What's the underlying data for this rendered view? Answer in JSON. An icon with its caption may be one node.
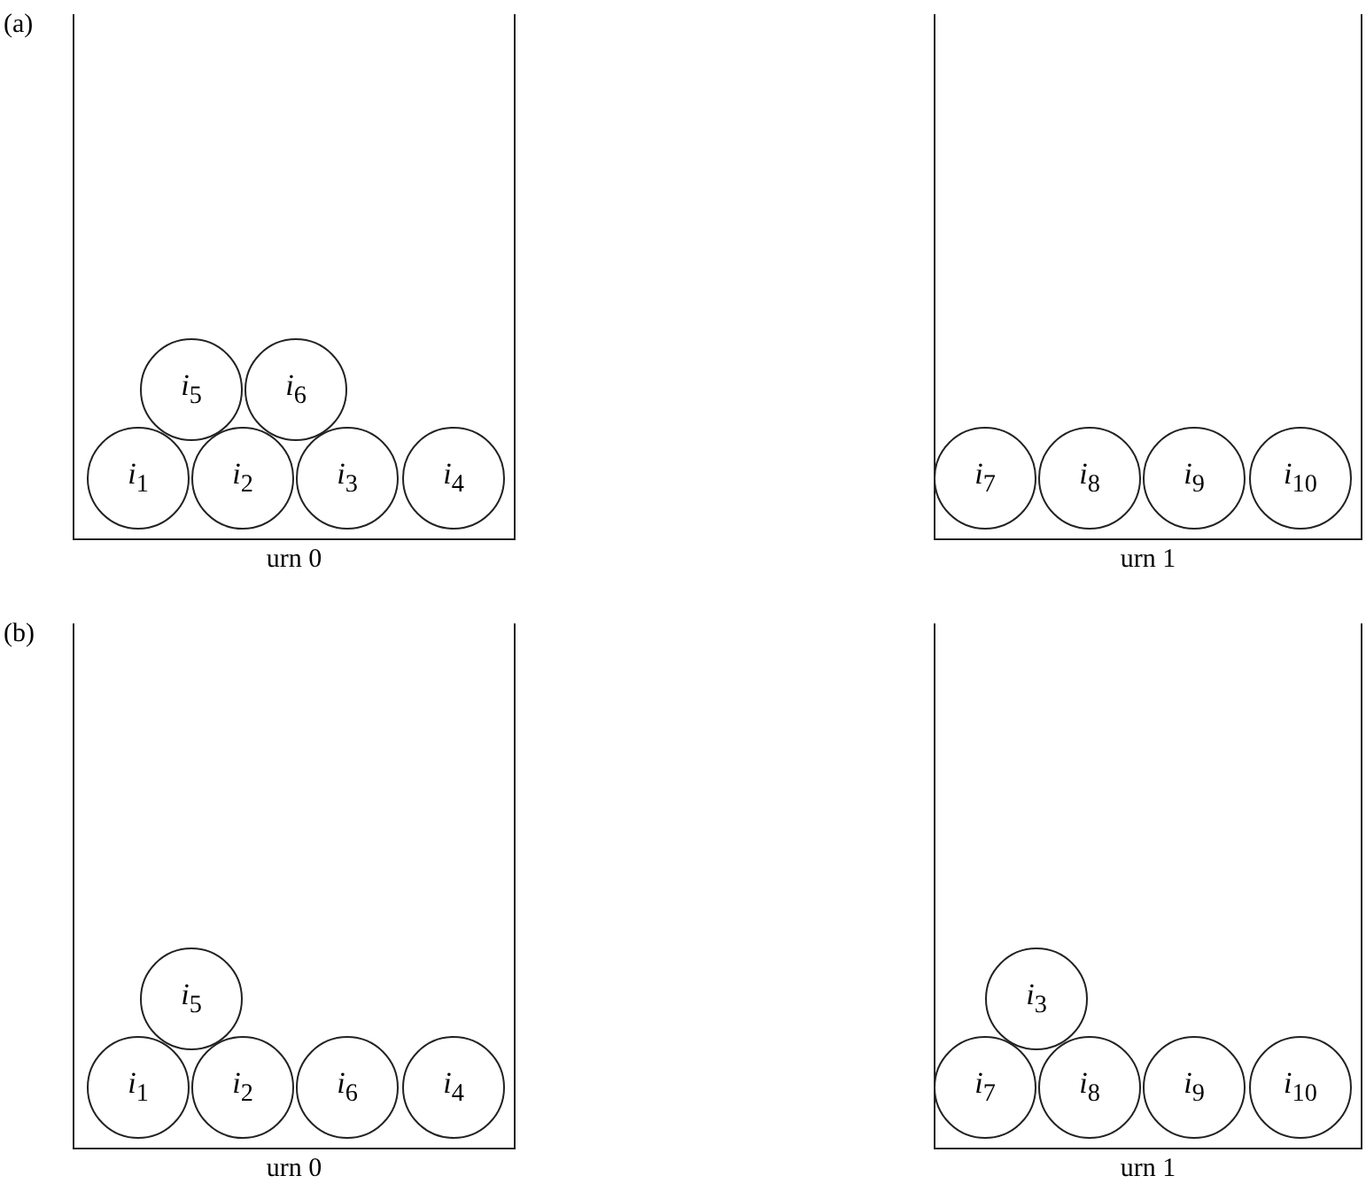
{
  "diagram": {
    "nodes": [
      {
        "text": [
          "urn 0"
        ]
      },
      {
        "text": [
          "*i*$_{5}$"
        ],
        "in": 0
      },
      {
        "text": [
          "*i*$_{6}$"
        ],
        "in": 0
      },
      {
        "text": [
          "*i*$_{1}$"
        ],
        "in": 0
      },
      {
        "text": [
          "*i*$_{2}$"
        ],
        "in": 0
      },
      {
        "text": [
          "*i*$_{3}$"
        ],
        "in": 0
      },
      {
        "text": [
          "*i*$_{4}$"
        ],
        "in": 0
      },
      {
        "text": [
          "urn 1"
        ]
      },
      {
        "text": [
          "*i*$_{7}$"
        ],
        "in": 7
      },
      {
        "text": [
          "*i*$_{8}$"
        ],
        "in": 7
      },
      {
        "text": [
          "*i*$_{9}$"
        ],
        "in": 7
      },
      {
        "text": [
          "*i*$_{10}$"
        ],
        "in": 7
      },
      {
        "text": [
          "urn 0"
        ]
      },
      {
        "text": [
          "*i*$_{5}$"
        ],
        "in": 12
      },
      {
        "text": [
          "*i*$_{1}$"
        ],
        "in": 12
      },
      {
        "text": [
          "*i*$_{2}$"
        ],
        "in": 12
      },
      {
        "text": [
          "*i*$_{6}$"
        ],
        "in": 12
      },
      {
        "text": [
          "*i*$_{4}$"
        ],
        "in": 12
      },
      {
        "text": [
          "urn 1"
        ]
      },
      {
        "text": [
          "*i*$_{3}$"
        ],
        "in": 18
      },
      {
        "text": [
          "*i*$_{7}$"
        ],
        "in": 18
      },
      {
        "text": [
          "*i*$_{8}$"
        ],
        "in": 18
      },
      {
        "text": [
          "*i*$_{9}$"
        ],
        "in": 18
      },
      {
        "text": [
          "*i*$_{10}$"
        ],
        "in": 18
      }
    ],
    "labels": [
      "(a)",
      "(b)"
    ]
  }
}
